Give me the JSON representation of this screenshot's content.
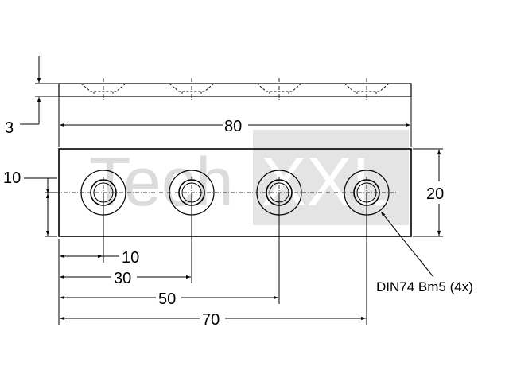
{
  "watermark": {
    "text_left": "Tech",
    "text_right": "XXL",
    "text_color": "#dcdcdc",
    "box_color": "#e4e4e4"
  },
  "dimensions": {
    "thickness": "3",
    "length": "80",
    "width": "20",
    "edge_offset": "10",
    "hole_1": "10",
    "hole_2": "30",
    "hole_3": "50",
    "hole_4": "70"
  },
  "note": {
    "hole_spec": "DIN74 Bm5 (4x)"
  },
  "colors": {
    "line": "#000000",
    "background": "#ffffff"
  }
}
